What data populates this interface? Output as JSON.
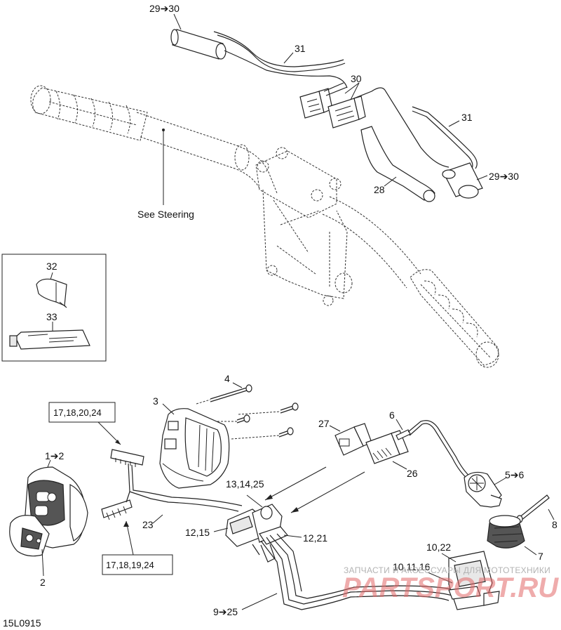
{
  "diagram_id": "15L0915",
  "see_steering": "See Steering",
  "labels": {
    "p29_30_top": "29➔30",
    "p31_top": "31",
    "p30": "30",
    "p31_right": "31",
    "p28": "28",
    "p29_30_right": "29➔30",
    "p32": "32",
    "p33": "33",
    "p4": "4",
    "p3": "3",
    "p17_18_20_24": "17,18,20,24",
    "p1_2": "1➔2",
    "p2": "2",
    "p23": "23",
    "p17_18_19_24": "17,18,19,24",
    "p27": "27",
    "p6": "6",
    "p26": "26",
    "p13_14_25": "13,14,25",
    "p5_6": "5➔6",
    "p12_15": "12,15",
    "p12_21": "12,21",
    "p8": "8",
    "p7": "7",
    "p10_22": "10,22",
    "p10_11_16": "10,11,16",
    "p9_25": "9➔25"
  },
  "watermark": {
    "line1": "ЗАПЧАСТИ И АКСЕССУАРЫ ДЛЯ МОТОТЕХНИКИ",
    "line2": "PARTSPORT.RU"
  },
  "colors": {
    "line": "#222222",
    "watermark_red": "#e26a6a",
    "watermark_grey": "#b3b3b3"
  }
}
